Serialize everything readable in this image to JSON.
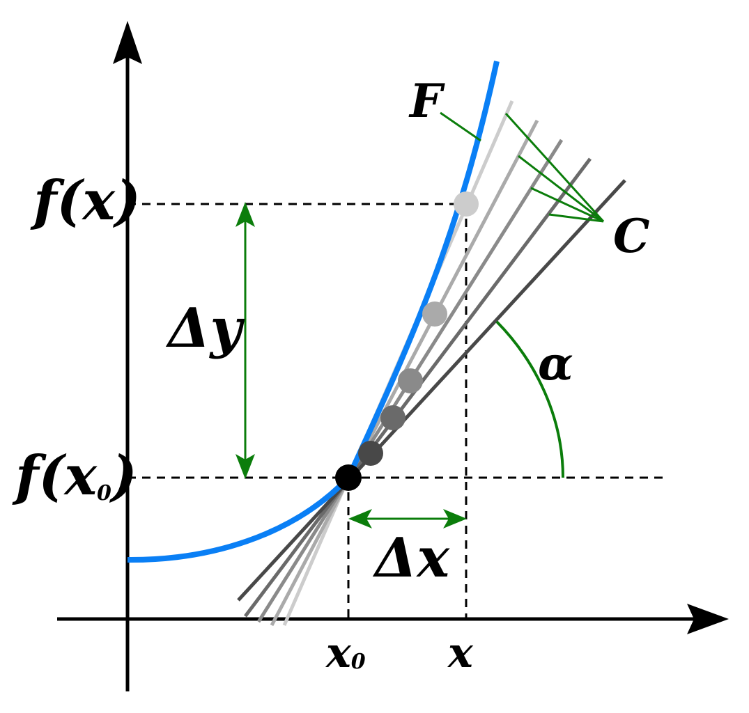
{
  "labels": {
    "F": "F",
    "C": "C",
    "alpha": "α",
    "fx": "f(x)",
    "fx0_prefix": "f(x",
    "fx0_sub": "0",
    "fx0_suffix": ")",
    "delta_y": "Δy",
    "delta_x": "Δx",
    "x0_main": "x",
    "x0_sub": "0",
    "x": "x"
  },
  "colors": {
    "curve": "#0a7ff5",
    "annotation": "#0b7d0b",
    "axis": "#000000",
    "secant_shades": [
      "#cccccc",
      "#aaaaaa",
      "#8a8a8a",
      "#6a6a6a",
      "#484848"
    ]
  }
}
